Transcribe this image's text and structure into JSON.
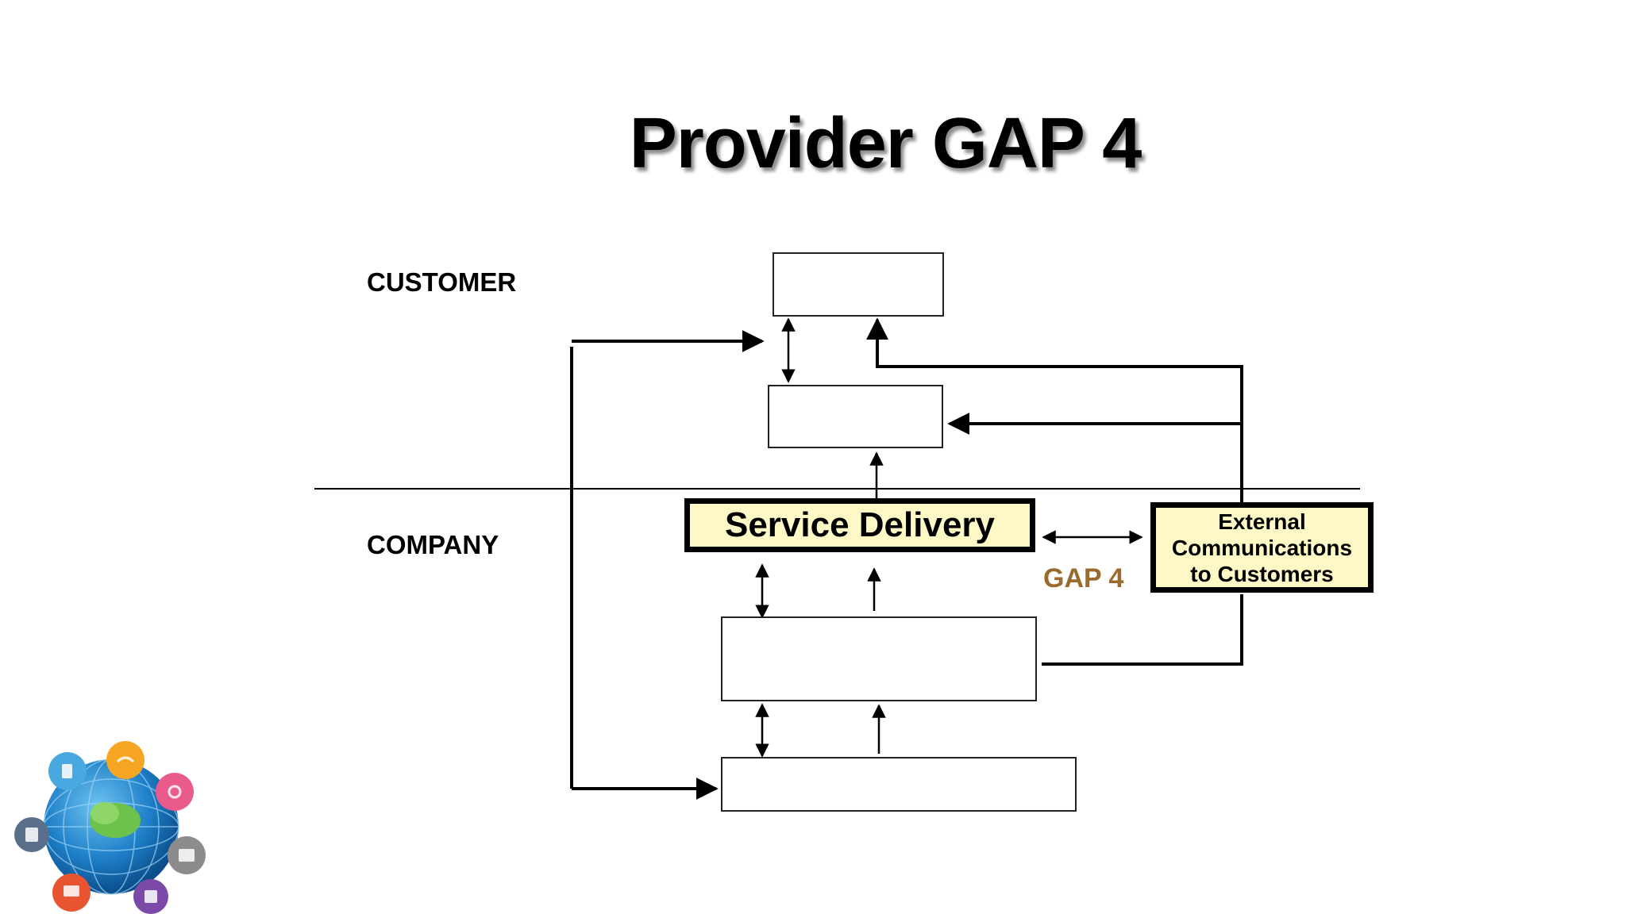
{
  "slide": {
    "title": "Provider GAP 4"
  },
  "zones": {
    "customer": "CUSTOMER",
    "company": "COMPANY"
  },
  "diagram": {
    "service_delivery": "Service Delivery",
    "external_communications": "External Communications to Customers",
    "gap_label": "GAP 4",
    "colors": {
      "highlight_fill": "#fdf8c6",
      "gap_text": "#9a6a2e"
    }
  }
}
